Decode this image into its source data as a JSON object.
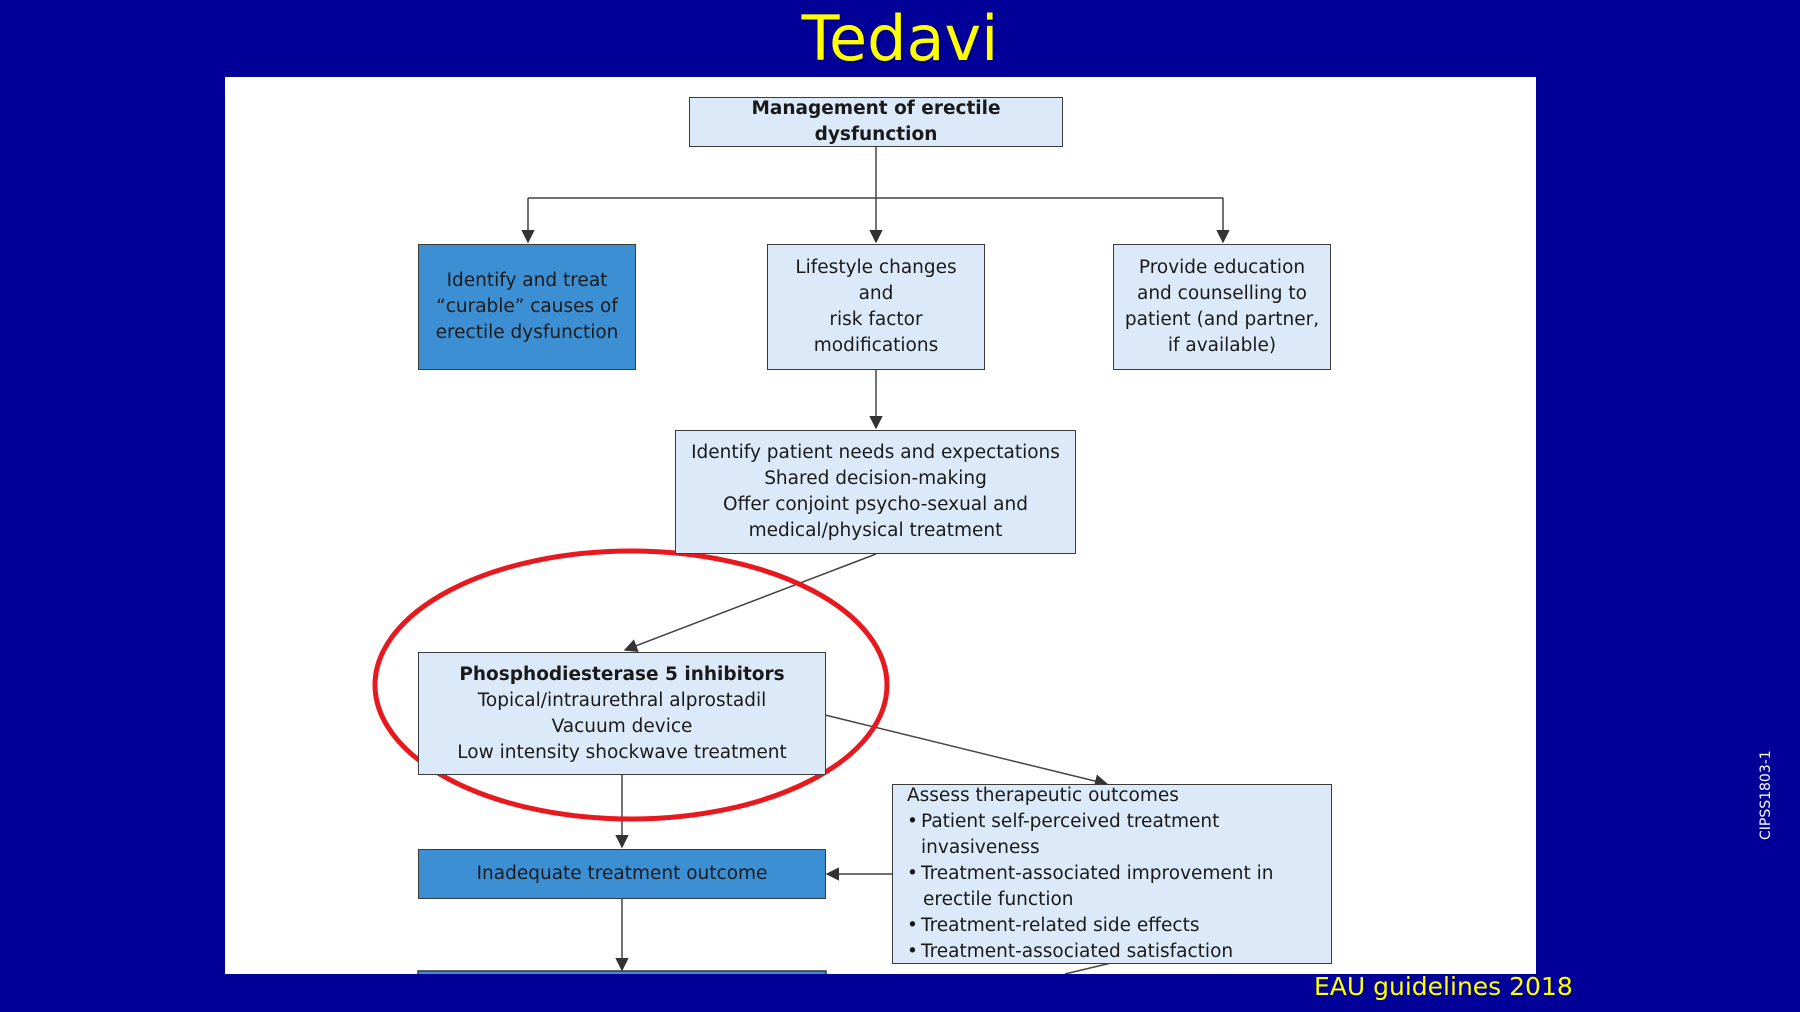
{
  "slide": {
    "title": "Tedavi",
    "source": "EAU guidelines 2018",
    "code": "CIPSS1803-1"
  },
  "flowchart": {
    "root": "Management of erectile dysfunction",
    "branch_curable": [
      "Identify and treat",
      "“curable” causes of",
      "erectile dysfunction"
    ],
    "branch_lifestyle": [
      "Lifestyle changes and",
      "risk factor",
      "modifications"
    ],
    "branch_education": [
      "Provide education",
      "and counselling to",
      "patient (and partner,",
      "if available)"
    ],
    "needs": [
      "Identify patient needs and expectations",
      "Shared decision-making",
      "Offer conjoint psycho-sexual and",
      "medical/physical treatment"
    ],
    "first_line": {
      "heading": "Phosphodiesterase 5 inhibitors",
      "lines": [
        "Topical/intraurethral alprostadil",
        "Vacuum device",
        "Low intensity shockwave treatment"
      ]
    },
    "assess": {
      "heading": "Assess therapeutic outcomes",
      "bullets": [
        [
          "Patient self-perceived treatment invasiveness"
        ],
        [
          "Treatment-associated improvement in",
          "erectile function"
        ],
        [
          "Treatment-related side effects"
        ],
        [
          "Treatment-associated satisfaction"
        ]
      ]
    },
    "inadequate": "Inadequate treatment outcome"
  },
  "colors": {
    "background": "#000099",
    "title": "#ffff00",
    "light_box": "#dbe9f8",
    "dark_box": "#3d8fd4",
    "highlight_ring": "#e8191e"
  }
}
